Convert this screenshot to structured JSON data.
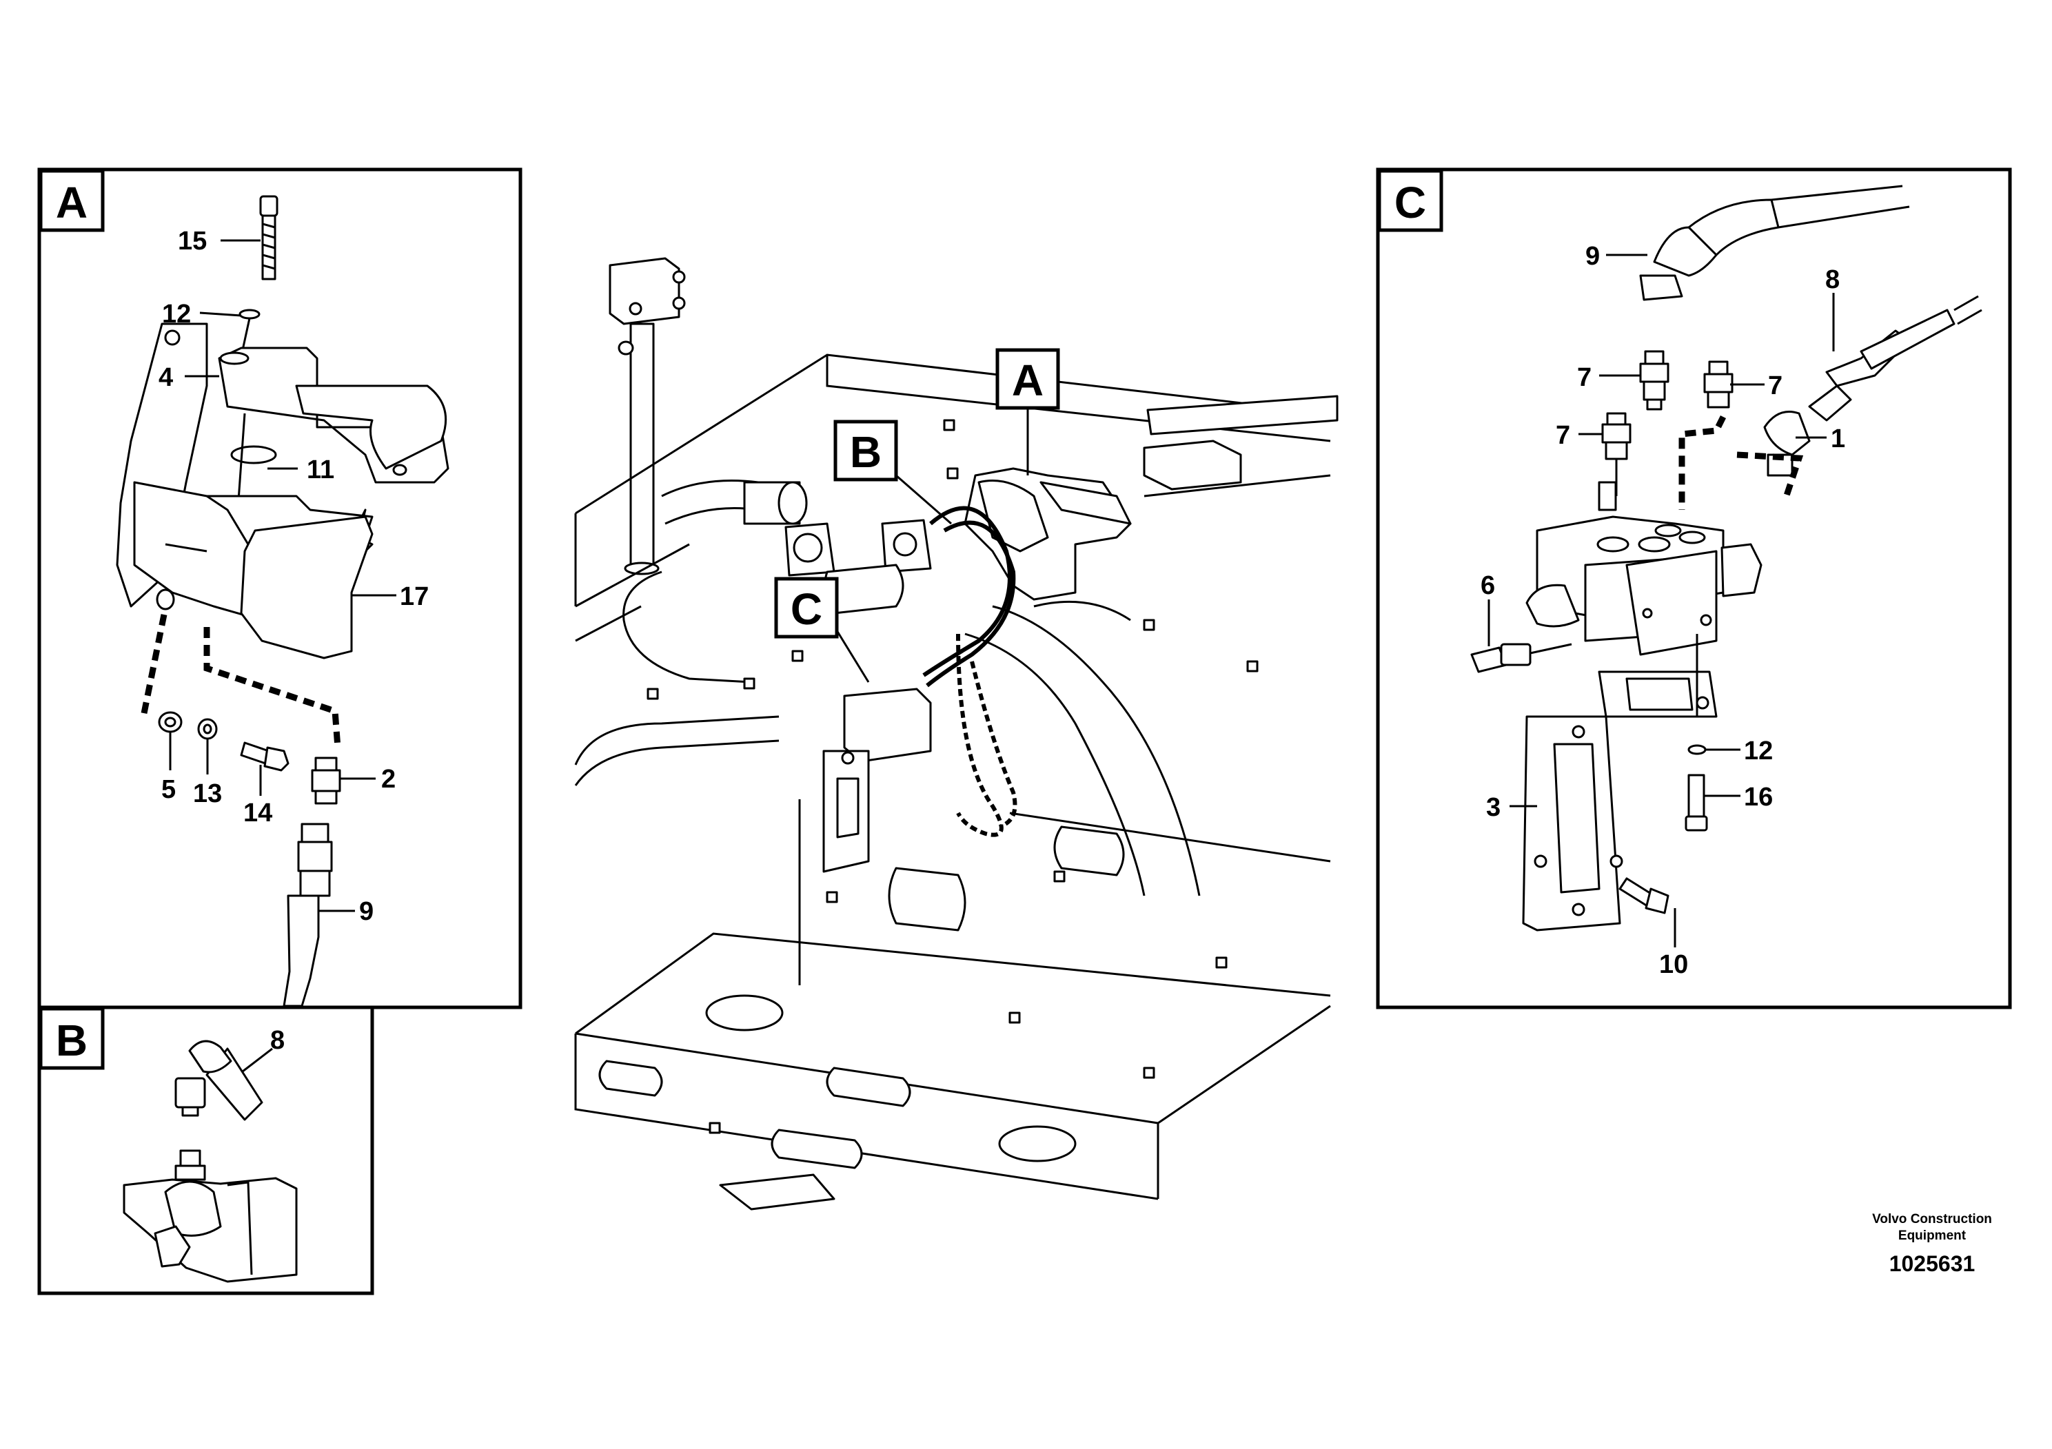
{
  "inset_a": {
    "letter": "A",
    "callouts": {
      "c15": "15",
      "c12": "12",
      "c4": "4",
      "c11": "11",
      "c17": "17",
      "c5": "5",
      "c13": "13",
      "c14": "14",
      "c2": "2",
      "c9": "9"
    }
  },
  "inset_b": {
    "letter": "B",
    "callouts": {
      "c8": "8"
    }
  },
  "inset_c": {
    "letter": "C",
    "callouts": {
      "c9": "9",
      "c8": "8",
      "c7a": "7",
      "c7b": "7",
      "c7c": "7",
      "c1": "1",
      "c6": "6",
      "c12": "12",
      "c16": "16",
      "c3": "3",
      "c10": "10"
    }
  },
  "main_view": {
    "letter_a": "A",
    "letter_b": "B",
    "letter_c": "C"
  },
  "footer": {
    "brand_line1": "Volvo Construction",
    "brand_line2": "Equipment",
    "drawing_number": "1025631"
  }
}
